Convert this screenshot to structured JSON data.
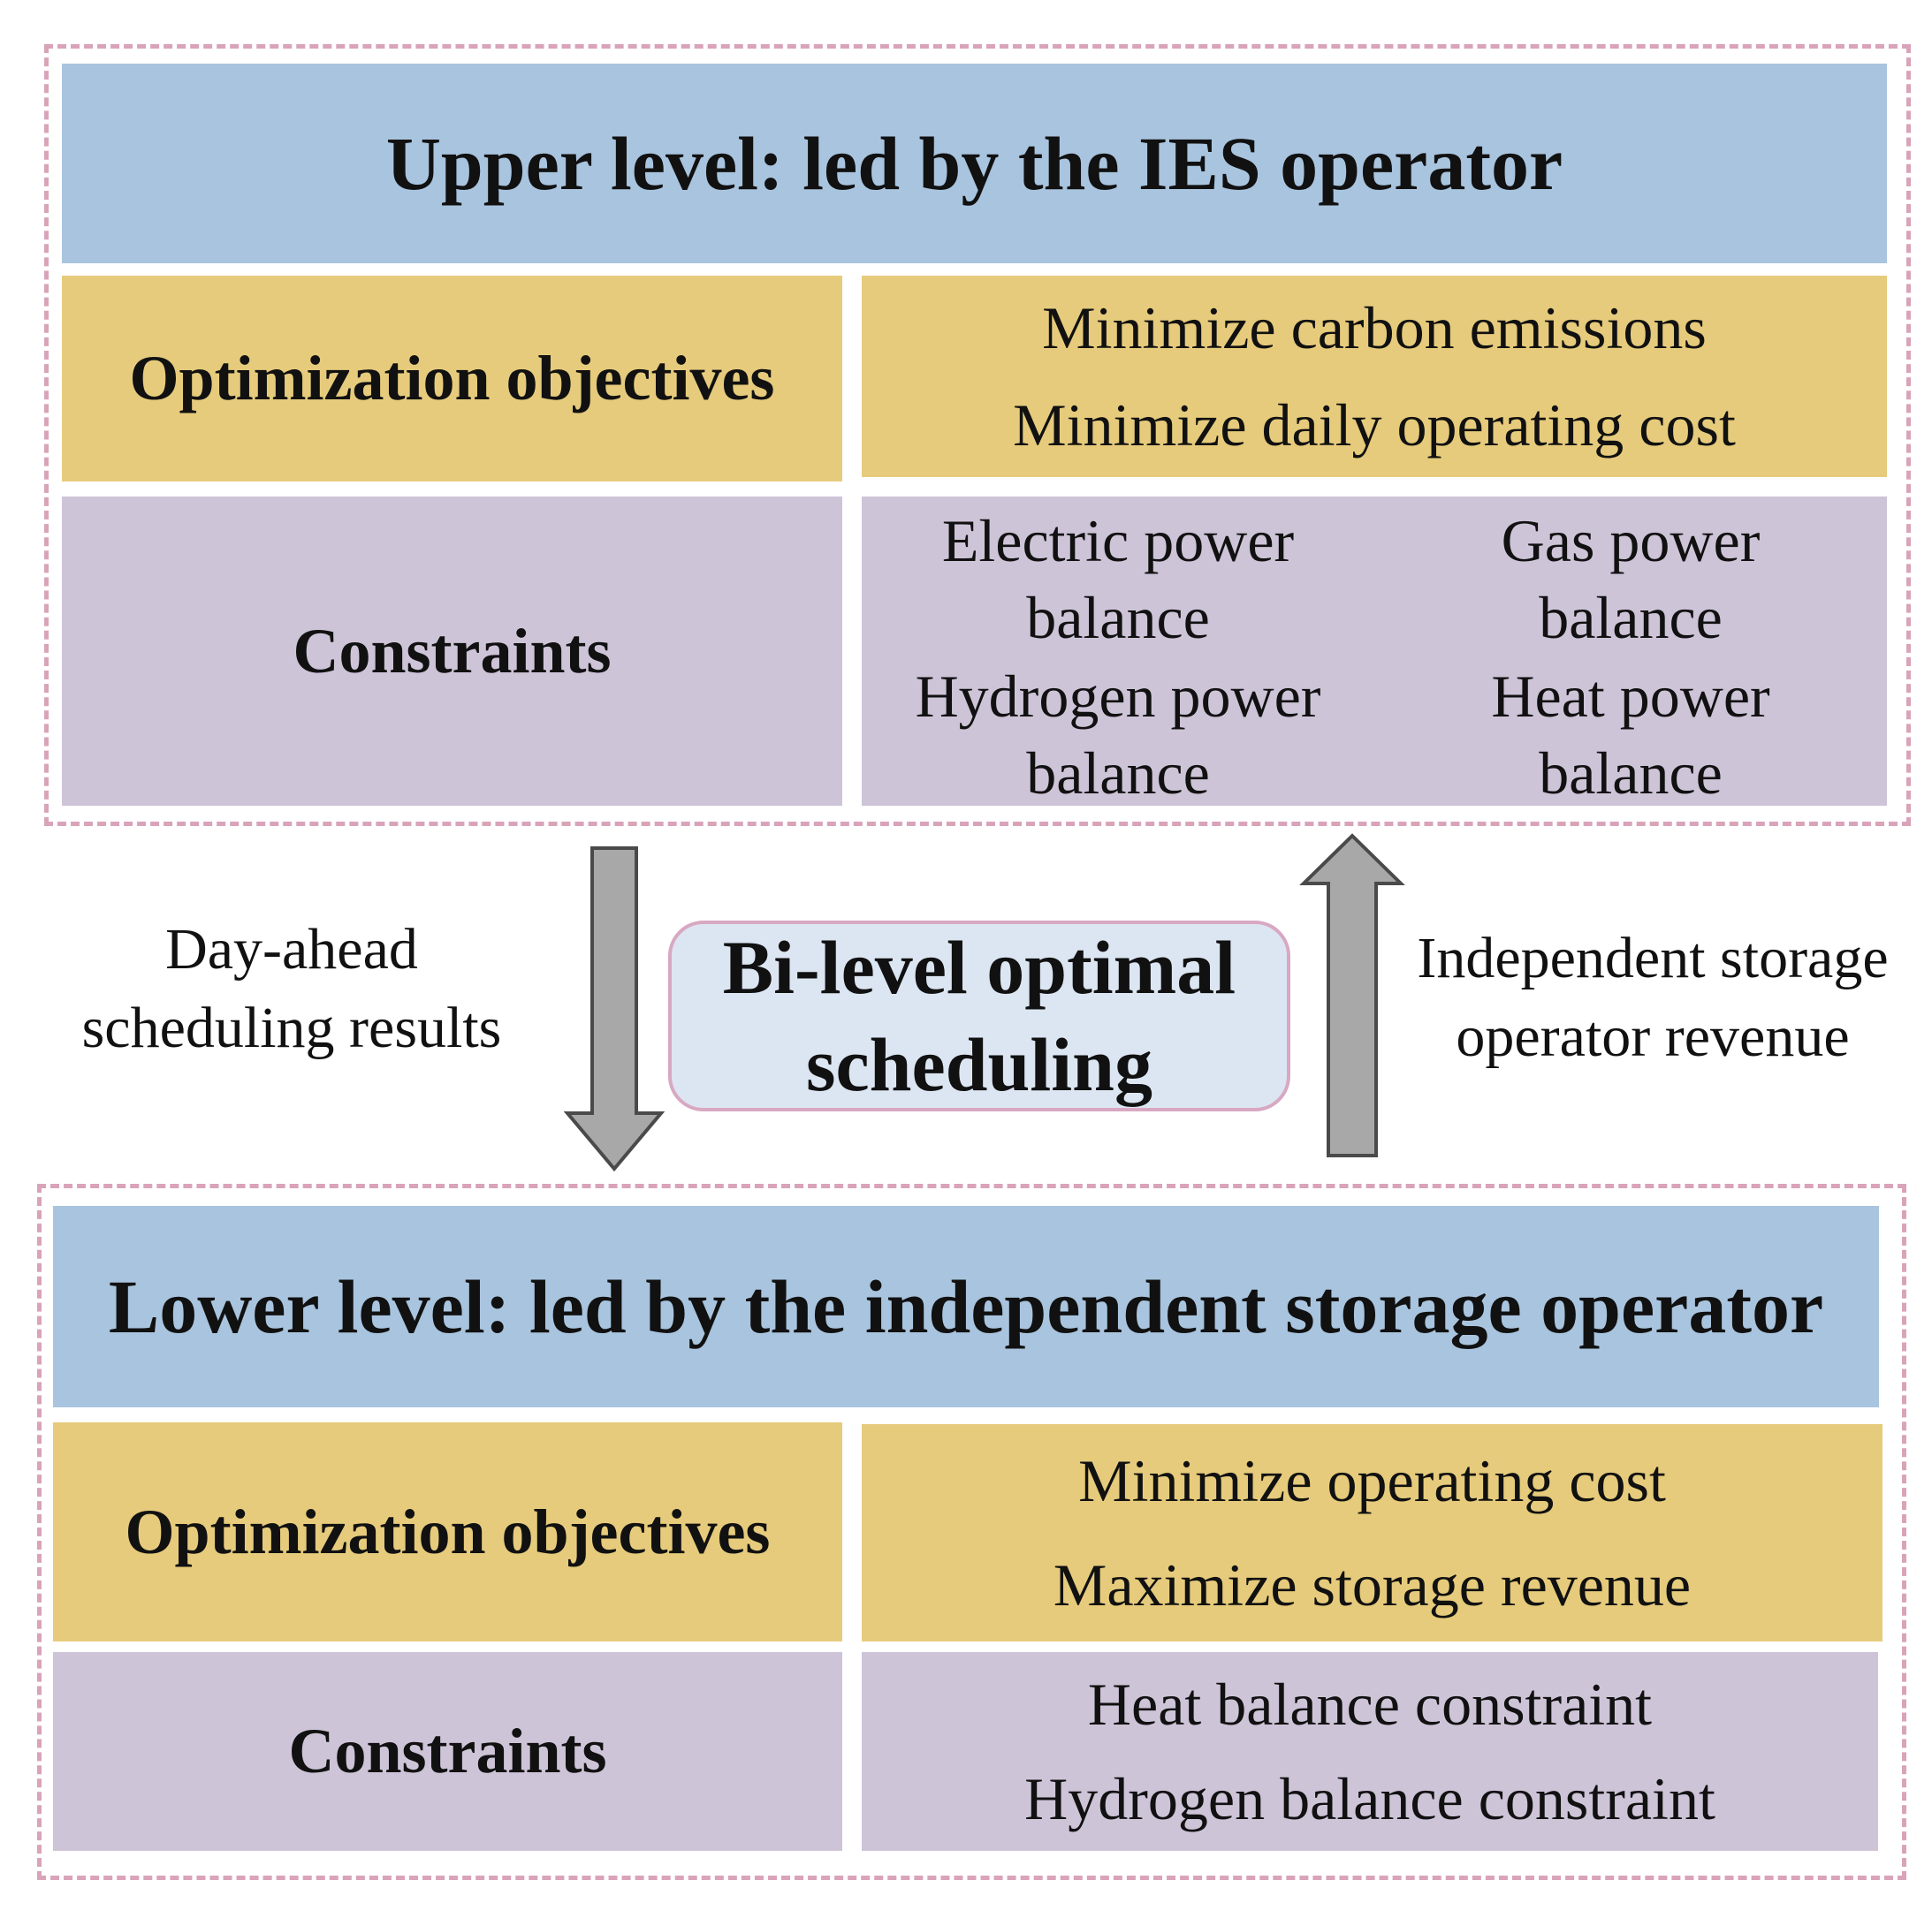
{
  "upper": {
    "title": "Upper level: led by the IES operator",
    "objectives_label": "Optimization objectives",
    "objectives": [
      "Minimize carbon emissions",
      "Minimize daily operating cost"
    ],
    "constraints_label": "Constraints",
    "constraints": [
      [
        "Electric power",
        "balance"
      ],
      [
        "Gas power",
        "balance"
      ],
      [
        "Hydrogen power",
        "balance"
      ],
      [
        "Heat power",
        "balance"
      ]
    ]
  },
  "center": {
    "title_lines": [
      "Bi-level optimal",
      "scheduling"
    ],
    "left_label_lines": [
      "Day-ahead",
      "scheduling results"
    ],
    "right_label_lines": [
      "Independent storage",
      "operator revenue"
    ]
  },
  "lower": {
    "title": "Lower level: led by the independent storage operator",
    "objectives_label": "Optimization objectives",
    "objectives": [
      "Minimize operating cost",
      "Maximize storage revenue"
    ],
    "constraints_label": "Constraints",
    "constraints": [
      "Heat balance constraint",
      "Hydrogen balance constraint"
    ]
  },
  "colors": {
    "header": "#a9c4de",
    "objectives": "#e6cb7c",
    "constraints": "#cec4d8",
    "frame": "#d9a3b9",
    "arrow": "#a8a8a8",
    "center_box": "#dce6f2"
  },
  "icons": {
    "down_arrow": "arrow-down-icon",
    "up_arrow": "arrow-up-icon"
  }
}
